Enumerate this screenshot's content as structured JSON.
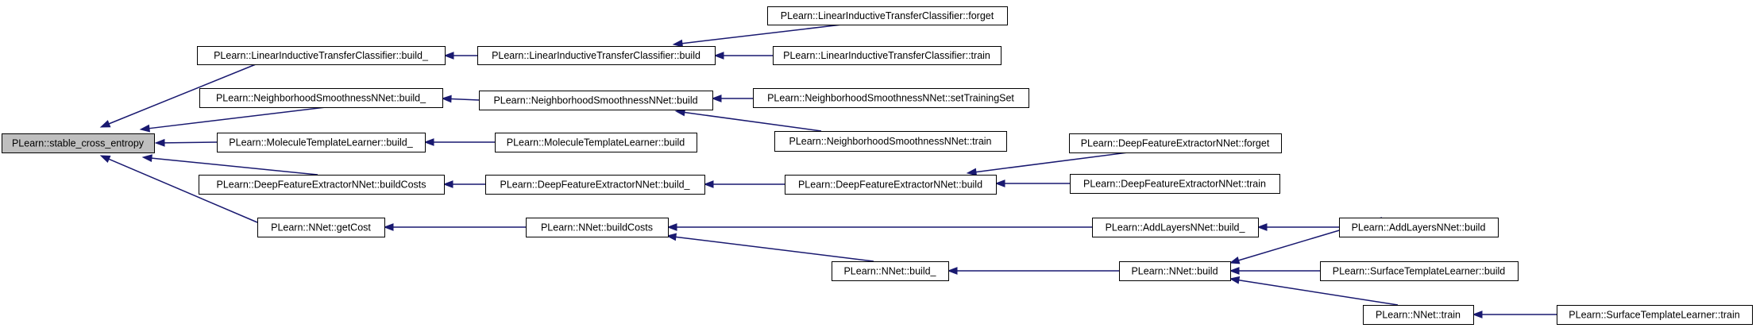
{
  "nodes": [
    {
      "id": "n0",
      "label": "PLearn::stable_cross_entropy",
      "highlight": true
    },
    {
      "id": "n1",
      "label": "PLearn::LinearInductiveTransferClassifier::build_"
    },
    {
      "id": "n2",
      "label": "PLearn::LinearInductiveTransferClassifier::build"
    },
    {
      "id": "n3",
      "label": "PLearn::LinearInductiveTransferClassifier::forget"
    },
    {
      "id": "n4",
      "label": "PLearn::LinearInductiveTransferClassifier::train"
    },
    {
      "id": "n5",
      "label": "PLearn::NeighborhoodSmoothnessNNet::build_"
    },
    {
      "id": "n6",
      "label": "PLearn::NeighborhoodSmoothnessNNet::build"
    },
    {
      "id": "n7",
      "label": "PLearn::NeighborhoodSmoothnessNNet::setTrainingSet"
    },
    {
      "id": "n8",
      "label": "PLearn::NeighborhoodSmoothnessNNet::train"
    },
    {
      "id": "n9",
      "label": "PLearn::MoleculeTemplateLearner::build_"
    },
    {
      "id": "n10",
      "label": "PLearn::MoleculeTemplateLearner::build"
    },
    {
      "id": "n11",
      "label": "PLearn::DeepFeatureExtractorNNet::buildCosts"
    },
    {
      "id": "n12",
      "label": "PLearn::DeepFeatureExtractorNNet::build_"
    },
    {
      "id": "n13",
      "label": "PLearn::DeepFeatureExtractorNNet::build"
    },
    {
      "id": "n14",
      "label": "PLearn::DeepFeatureExtractorNNet::forget"
    },
    {
      "id": "n15",
      "label": "PLearn::DeepFeatureExtractorNNet::train"
    },
    {
      "id": "n16",
      "label": "PLearn::NNet::getCost"
    },
    {
      "id": "n17",
      "label": "PLearn::NNet::buildCosts"
    },
    {
      "id": "n18",
      "label": "PLearn::AddLayersNNet::build_"
    },
    {
      "id": "n19",
      "label": "PLearn::AddLayersNNet::build"
    },
    {
      "id": "n20",
      "label": "PLearn::NNet::build_"
    },
    {
      "id": "n21",
      "label": "PLearn::NNet::build"
    },
    {
      "id": "n22",
      "label": "PLearn::SurfaceTemplateLearner::build"
    },
    {
      "id": "n23",
      "label": "PLearn::NNet::train"
    },
    {
      "id": "n24",
      "label": "PLearn::SurfaceTemplateLearner::train"
    }
  ],
  "edges": [
    {
      "from": "n1",
      "to": "n0"
    },
    {
      "from": "n5",
      "to": "n0"
    },
    {
      "from": "n9",
      "to": "n0"
    },
    {
      "from": "n11",
      "to": "n0"
    },
    {
      "from": "n16",
      "to": "n0"
    },
    {
      "from": "n2",
      "to": "n1"
    },
    {
      "from": "n3",
      "to": "n2"
    },
    {
      "from": "n4",
      "to": "n2"
    },
    {
      "from": "n6",
      "to": "n5"
    },
    {
      "from": "n7",
      "to": "n6"
    },
    {
      "from": "n8",
      "to": "n6"
    },
    {
      "from": "n10",
      "to": "n9"
    },
    {
      "from": "n12",
      "to": "n11"
    },
    {
      "from": "n13",
      "to": "n12"
    },
    {
      "from": "n14",
      "to": "n13"
    },
    {
      "from": "n15",
      "to": "n13"
    },
    {
      "from": "n17",
      "to": "n16"
    },
    {
      "from": "n18",
      "to": "n17"
    },
    {
      "from": "n20",
      "to": "n17"
    },
    {
      "from": "n19",
      "to": "n18"
    },
    {
      "from": "n21",
      "to": "n20"
    },
    {
      "from": "n19",
      "to": "n21"
    },
    {
      "from": "n22",
      "to": "n21"
    },
    {
      "from": "n23",
      "to": "n21"
    },
    {
      "from": "n24",
      "to": "n23"
    }
  ],
  "colors": {
    "edge": "#191970",
    "node_fill": "#ffffff",
    "highlight_fill": "#bfbfbf",
    "border": "#000000"
  }
}
